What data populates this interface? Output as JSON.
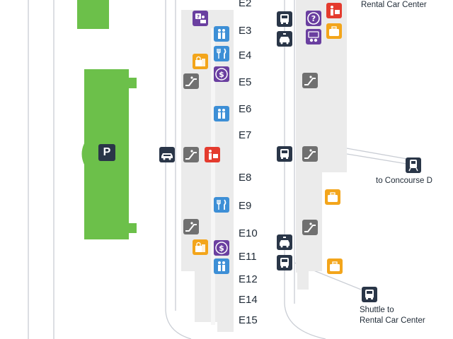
{
  "parking": {
    "label": "P"
  },
  "gates": [
    "E2",
    "E3",
    "E4",
    "E5",
    "E6",
    "E7",
    "E8",
    "E9",
    "E10",
    "E11",
    "E12",
    "E14",
    "E15"
  ],
  "labels": {
    "rental_car_top": "Rental Car Center",
    "to_concourse_d": "to Concourse D",
    "shuttle_line1": "Shuttle to",
    "shuttle_line2": "Rental Car Center"
  },
  "colors": {
    "parking_green": "#6cc04a",
    "terminal_gray": "#ebebeb",
    "road_line": "#c9cdd4",
    "icon_navy": "#2a3648",
    "icon_gray": "#707070",
    "icon_purple": "#6a3fa0",
    "icon_blue": "#3d8fd6",
    "icon_orange": "#f3a51b",
    "icon_red": "#e43b2e"
  },
  "icon_names": [
    "information-icon",
    "family-restroom-icon",
    "shopping-icon",
    "restaurant-icon",
    "currency-exchange-icon",
    "escalator-icon",
    "shuttle-bus-icon",
    "taxi-icon",
    "baggage-icon",
    "lost-and-found-icon",
    "train-icon",
    "security-checkpoint-icon"
  ]
}
